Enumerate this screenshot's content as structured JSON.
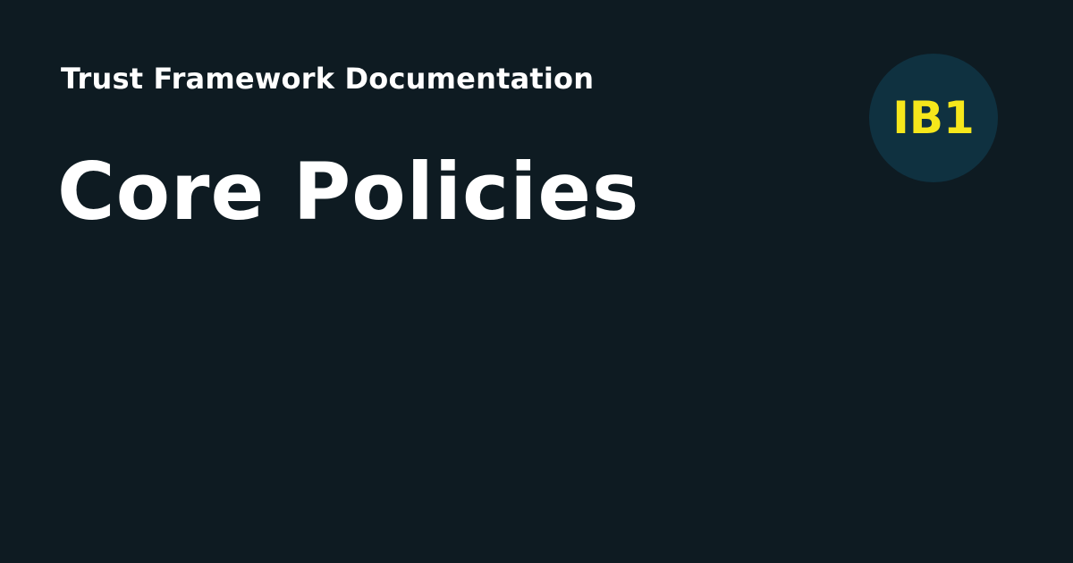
{
  "header": {
    "subtitle": "Trust Framework Documentation",
    "title": "Core Policies"
  },
  "logo": {
    "text": "IB1",
    "text_color": "#f6e71b",
    "background_color": "#0f3140"
  },
  "colors": {
    "page_background": "#0e1b22",
    "text": "#ffffff"
  }
}
